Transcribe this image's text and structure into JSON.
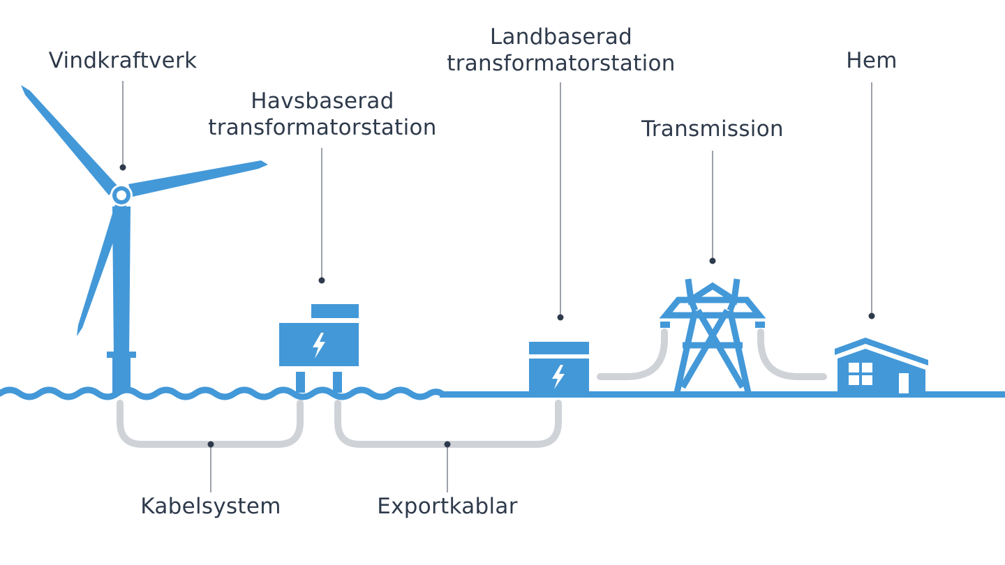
{
  "labels": {
    "turbine": "Vindkraftverk",
    "offshore_line1": "Havsbaserad",
    "offshore_line2": "transformatorstation",
    "onshore_line1": "Landbaserad",
    "onshore_line2": "transformatorstation",
    "transmission": "Transmission",
    "home": "Hem",
    "array_cables": "Kabelsystem",
    "export_cables": "Exportkablar"
  },
  "icons": {
    "turbine": "wind-turbine-icon",
    "offshore": "offshore-substation-icon",
    "onshore": "onshore-substation-icon",
    "pylon": "transmission-tower-icon",
    "home": "house-icon",
    "bolt": "lightning-bolt-icon"
  },
  "colors": {
    "blue": "#4398d8",
    "cable": "#cfd3d8",
    "text": "#2e3a4b",
    "leader": "#5a6270"
  }
}
